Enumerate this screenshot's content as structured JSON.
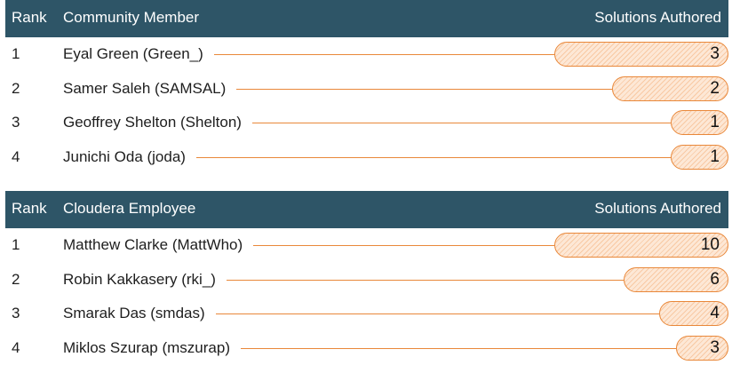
{
  "community": {
    "headers": {
      "rank": "Rank",
      "member": "Community Member",
      "solutions": "Solutions Authored"
    },
    "max": 3,
    "rows": [
      {
        "rank": "1",
        "name": "Eyal Green (Green_)",
        "solutions": 3
      },
      {
        "rank": "2",
        "name": "Samer Saleh (SAMSAL)",
        "solutions": 2
      },
      {
        "rank": "3",
        "name": "Geoffrey Shelton (Shelton)",
        "solutions": 1
      },
      {
        "rank": "4",
        "name": "Junichi Oda (joda)",
        "solutions": 1
      }
    ]
  },
  "employees": {
    "headers": {
      "rank": "Rank",
      "member": "Cloudera Employee",
      "solutions": "Solutions Authored"
    },
    "max": 10,
    "rows": [
      {
        "rank": "1",
        "name": "Matthew Clarke (MattWho)",
        "solutions": 10
      },
      {
        "rank": "2",
        "name": "Robin Kakkasery (rki_)",
        "solutions": 6
      },
      {
        "rank": "3",
        "name": "Smarak Das (smdas)",
        "solutions": 4
      },
      {
        "rank": "4",
        "name": "Miklos Szurap (mszurap)",
        "solutions": 3
      }
    ]
  },
  "colors": {
    "header_bg": "#2e5567",
    "accent": "#e9883a",
    "bar_fill": "#fde8d6"
  }
}
